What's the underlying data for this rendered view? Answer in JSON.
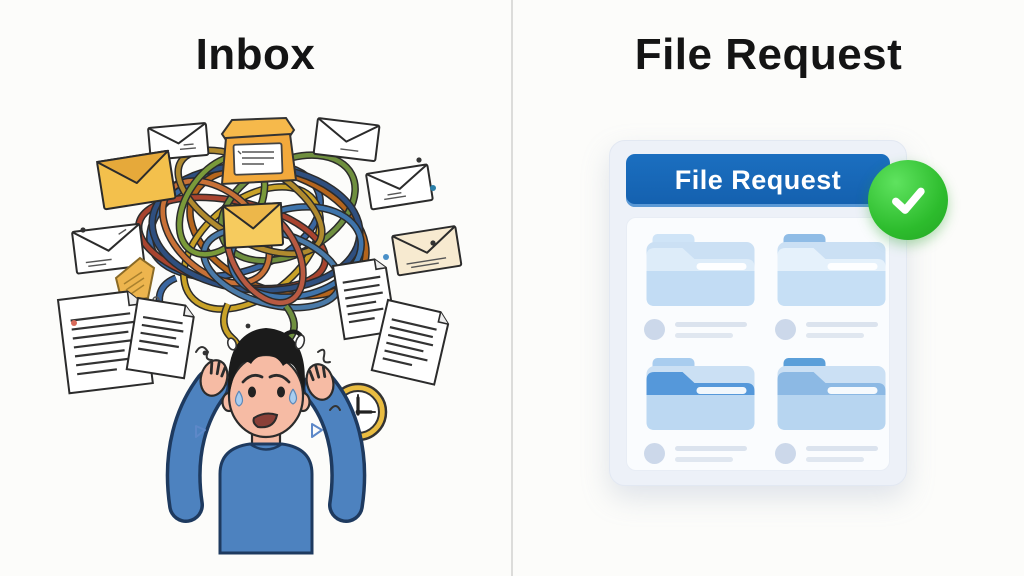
{
  "left_panel": {
    "title": "Inbox"
  },
  "right_panel": {
    "title": "File Request",
    "card": {
      "header_label": "File Request",
      "folder_count": 4
    }
  },
  "icons": {
    "badge": "checkmark-icon",
    "card_items": "folder-icon",
    "left_illustration": [
      "envelope-icon",
      "package-box-icon",
      "tangled-wires-icon",
      "document-icon",
      "crumpled-note-icon",
      "clock-icon",
      "stressed-person-illustration"
    ]
  },
  "colors": {
    "page-bg": "#fcfcfa",
    "divider": "#dcdcda",
    "title-text": "#141414",
    "header-blue": "#1b6fc0",
    "header-blue-dark": "#1460ae",
    "success-green": "#2dbc2d",
    "success-green-light": "#5fe35f",
    "card-bg": "#edf1f8",
    "card-inner-bg": "#fafcfe",
    "placeholder-gray": "#ccd8ea",
    "envelope-yellow": "#f3c04c",
    "sweater-blue": "#4d82bf",
    "skin-tone": "#f6bba4",
    "clock-gold": "#e9bc41"
  }
}
